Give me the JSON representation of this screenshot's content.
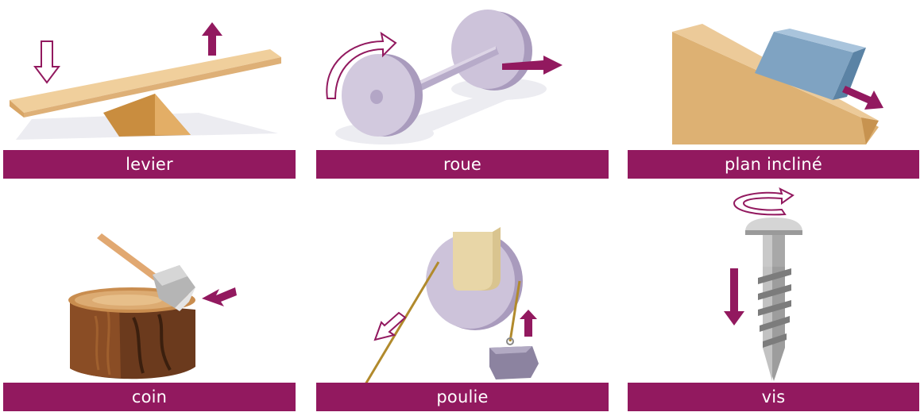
{
  "colors": {
    "accent": "#92195f",
    "wood_light": "#e6c08b",
    "wood_dark": "#cf9a55",
    "metal_lilac": "#c9bfd6",
    "block_blue": "#7fa3c2",
    "screw_grey": "#9b9b9b",
    "shadow": "#e9e9ee"
  },
  "machines": [
    {
      "label": "levier",
      "icon": "lever-icon"
    },
    {
      "label": "roue",
      "icon": "wheel-axle-icon"
    },
    {
      "label": "plan incliné",
      "icon": "inclined-plane-icon"
    },
    {
      "label": "coin",
      "icon": "wedge-axe-icon"
    },
    {
      "label": "poulie",
      "icon": "pulley-icon"
    },
    {
      "label": "vis",
      "icon": "screw-icon"
    }
  ]
}
